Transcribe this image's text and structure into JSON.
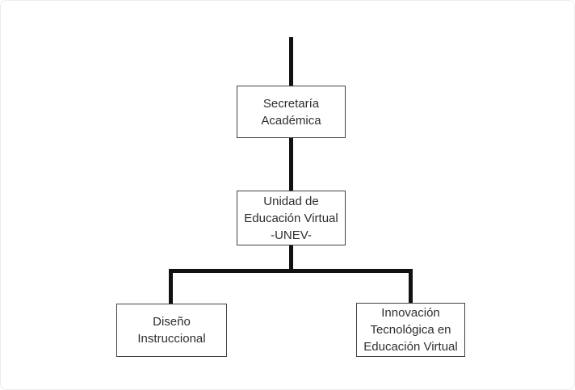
{
  "diagram": {
    "type": "org-chart",
    "nodes": {
      "secretaria": {
        "label": "Secretaría\nAcadémica"
      },
      "unev": {
        "label": "Unidad de\nEducación Virtual\n-UNEV-"
      },
      "diseno": {
        "label": "Diseño\nInstruccional"
      },
      "innovacion": {
        "label": "Innovación\nTecnológica en\nEducación Virtual"
      }
    },
    "edges": [
      {
        "from": "top",
        "to": "secretaria"
      },
      {
        "from": "secretaria",
        "to": "unev"
      },
      {
        "from": "unev",
        "to": "diseno"
      },
      {
        "from": "unev",
        "to": "innovacion"
      }
    ],
    "colors": {
      "connector": "#111111",
      "box_border": "#424242",
      "text": "#2e2e2e",
      "background": "#ffffff",
      "frame_border": "#ededed"
    }
  }
}
